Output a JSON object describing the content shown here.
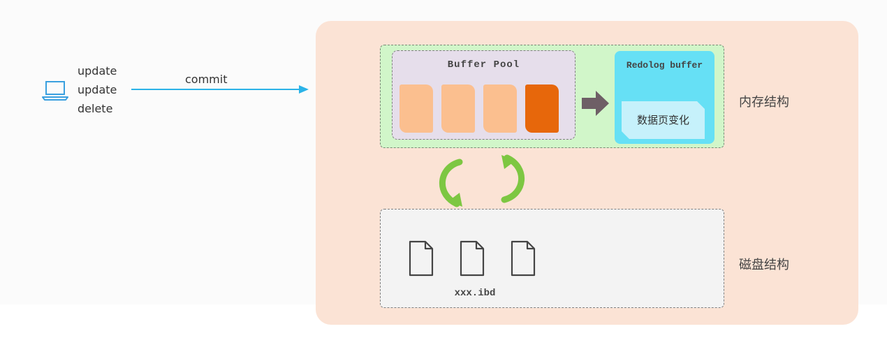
{
  "client": {
    "icon": "laptop-icon",
    "statements": [
      "update",
      "update",
      "delete"
    ],
    "commit_label": "commit"
  },
  "memory": {
    "label": "内存结构",
    "buffer_pool": {
      "title": "Buffer Pool",
      "pages": [
        {
          "state": "clean",
          "color": "#fbbf8f"
        },
        {
          "state": "clean",
          "color": "#fbbf8f"
        },
        {
          "state": "clean",
          "color": "#fbbf8f"
        },
        {
          "state": "dirty",
          "color": "#e7670b"
        }
      ]
    },
    "redolog_buffer": {
      "title": "Redolog buffer",
      "entry_label": "数据页变化"
    }
  },
  "disk": {
    "label": "磁盘结构",
    "file_label": "xxx.ibd",
    "files": [
      "file-icon",
      "file-icon",
      "file-icon"
    ]
  },
  "colors": {
    "server_bg": "#fbe3d5",
    "memory_bg": "#d1f6c9",
    "buffer_pool_bg": "#e6deeb",
    "redolog_bg": "#66e0f5",
    "disk_bg": "#f3f3f3",
    "commit_arrow": "#2bb3e8",
    "cycle_arrows": "#7dc742"
  }
}
